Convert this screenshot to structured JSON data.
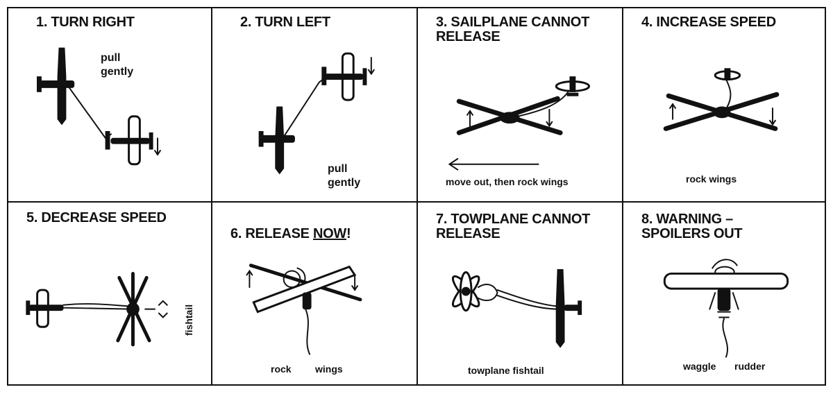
{
  "signals": [
    {
      "title": "1. TURN RIGHT",
      "caption": "pull\ngently"
    },
    {
      "title": "2. TURN LEFT",
      "caption": "pull\ngently"
    },
    {
      "title": "3. SAILPLANE CANNOT\nRELEASE",
      "caption": "move out, then rock wings"
    },
    {
      "title": "4. INCREASE SPEED",
      "caption": "rock wings"
    },
    {
      "title": "5. DECREASE SPEED",
      "caption": "fishtail"
    },
    {
      "title_prefix": "6. RELEASE ",
      "title_emph": "NOW",
      "title_suffix": "!",
      "caption_left": "rock",
      "caption_right": "wings"
    },
    {
      "title": "7. TOWPLANE CANNOT\nRELEASE",
      "caption": "towplane fishtail"
    },
    {
      "title": "8. WARNING –\nSPOILERS OUT",
      "caption_left": "waggle",
      "caption_right": "rudder"
    }
  ]
}
